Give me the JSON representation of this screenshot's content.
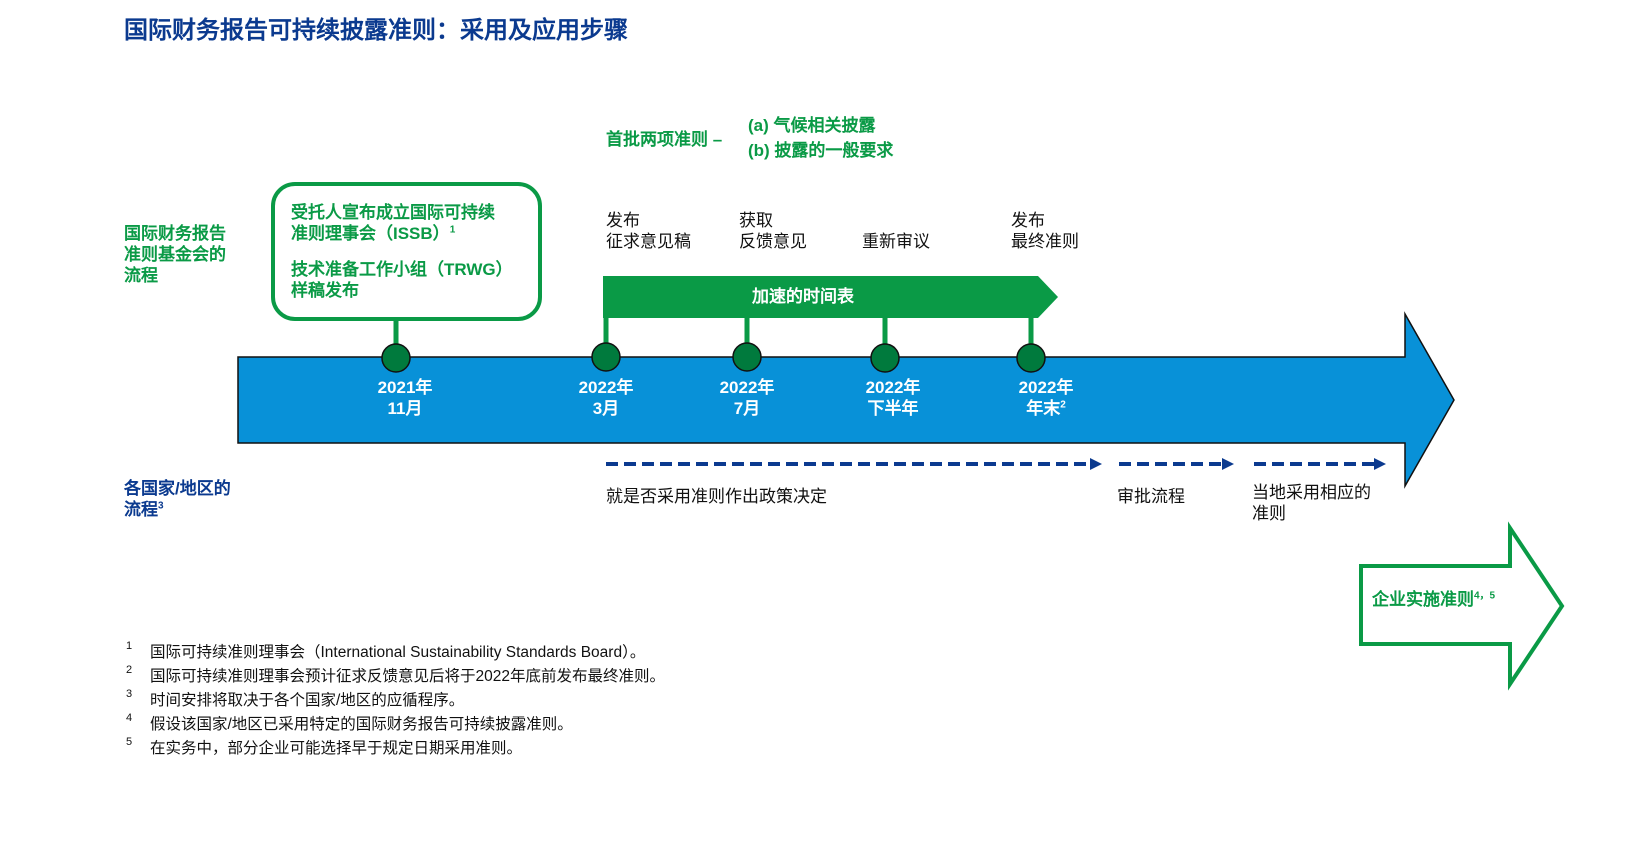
{
  "title": "国际财务报告可持续披露准则：采用及应用步骤",
  "first_standards": {
    "label": "首批两项准则 –",
    "item_a": "(a)  气候相关披露",
    "item_b": "(b)  披露的一般要求"
  },
  "foundation_process": {
    "line1": "国际财务报告",
    "line2": "准则基金会的",
    "line3": "流程"
  },
  "trustee_box": {
    "line1": "受托人宣布成立国际可持续",
    "line2": "准则理事会（ISSB）",
    "line2_sup": "1",
    "line3": "技术准备工作小组（TRWG）",
    "line4": "样稿发布"
  },
  "steps": [
    {
      "line1": "发布",
      "line2": "征求意见稿"
    },
    {
      "line1": "获取",
      "line2": "反馈意见"
    },
    {
      "line1": "重新审议",
      "line2": ""
    },
    {
      "line1": "发布",
      "line2": "最终准则"
    }
  ],
  "accelerated_label": "加速的时间表",
  "milestones": [
    {
      "line1": "2021年",
      "line2": "11月",
      "sup": ""
    },
    {
      "line1": "2022年",
      "line2": "3月",
      "sup": ""
    },
    {
      "line1": "2022年",
      "line2": "7月",
      "sup": ""
    },
    {
      "line1": "2022年",
      "line2": "下半年",
      "sup": ""
    },
    {
      "line1": "2022年",
      "line2": "年末",
      "sup": "2"
    }
  ],
  "jurisdiction_process": {
    "line1": "各国家/地区的",
    "line2": "流程",
    "sup": "3"
  },
  "jurisdiction_steps": {
    "policy": "就是否采用准则作出政策决定",
    "approval": "审批流程",
    "adopt_line1": "当地采用相应的",
    "adopt_line2": "准则"
  },
  "company_apply": {
    "label": "企业实施准则",
    "sup": "4，5"
  },
  "footnotes": [
    {
      "num": "1",
      "text": "国际可持续准则理事会（International Sustainability Standards Board）。"
    },
    {
      "num": "2",
      "text": "国际可持续准则理事会预计征求反馈意见后将于2022年底前发布最终准则。"
    },
    {
      "num": "3",
      "text": "时间安排将取决于各个国家/地区的应循程序。"
    },
    {
      "num": "4",
      "text": "假设该国家/地区已采用特定的国际财务报告可持续披露准则。"
    },
    {
      "num": "5",
      "text": "在实务中，部分企业可能选择早于规定日期采用准则。"
    }
  ],
  "colors": {
    "title_blue": "#0b3a8f",
    "green": "#0a9a46",
    "arrow_blue": "#0891d8",
    "dark_green_dot": "#007a3d"
  },
  "icons": {
    "main_arrow": "timeline-arrow-icon",
    "accelerated_arrow": "accelerated-arrow-icon",
    "outline_arrow": "outline-arrow-icon"
  }
}
